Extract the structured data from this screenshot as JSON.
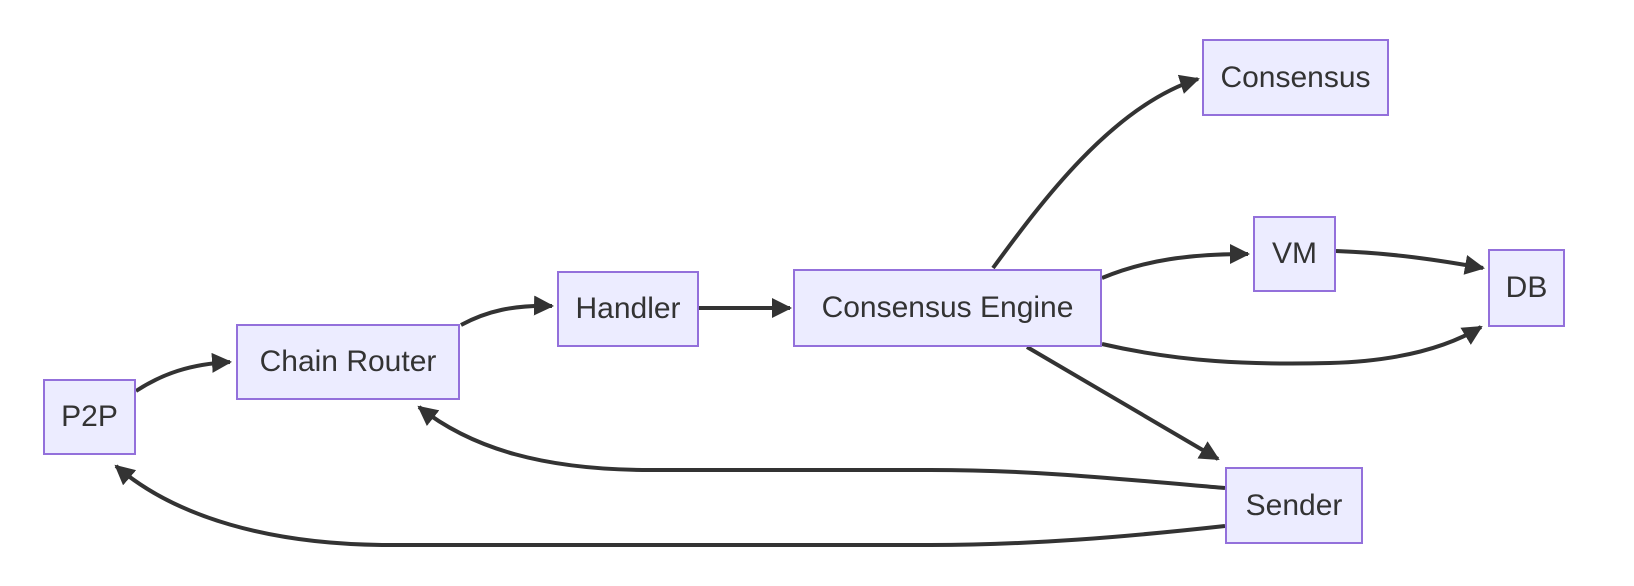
{
  "diagram": {
    "type": "flowchart",
    "nodes": [
      {
        "id": "p2p",
        "label": "P2P"
      },
      {
        "id": "chain-router",
        "label": "Chain Router"
      },
      {
        "id": "handler",
        "label": "Handler"
      },
      {
        "id": "consensus-engine",
        "label": "Consensus Engine"
      },
      {
        "id": "consensus",
        "label": "Consensus"
      },
      {
        "id": "vm",
        "label": "VM"
      },
      {
        "id": "db",
        "label": "DB"
      },
      {
        "id": "sender",
        "label": "Sender"
      }
    ],
    "edges": [
      {
        "from": "P2P",
        "to": "Chain Router"
      },
      {
        "from": "Chain Router",
        "to": "Handler"
      },
      {
        "from": "Handler",
        "to": "Consensus Engine"
      },
      {
        "from": "Consensus Engine",
        "to": "Consensus"
      },
      {
        "from": "Consensus Engine",
        "to": "VM"
      },
      {
        "from": "VM",
        "to": "DB"
      },
      {
        "from": "Consensus Engine",
        "to": "DB"
      },
      {
        "from": "Consensus Engine",
        "to": "Sender"
      },
      {
        "from": "Sender",
        "to": "Chain Router"
      },
      {
        "from": "Sender",
        "to": "P2P"
      }
    ],
    "colors": {
      "node_fill": "#ECECFF",
      "node_border": "#9370DB",
      "edge": "#333333",
      "text": "#333333",
      "background": "#FFFFFF"
    }
  }
}
